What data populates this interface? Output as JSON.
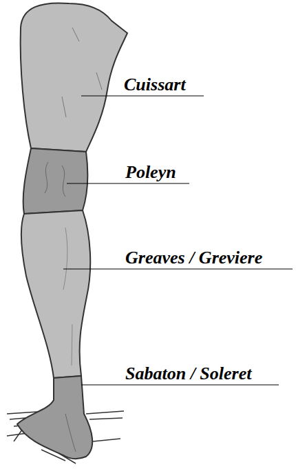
{
  "diagram": {
    "labels": [
      "Cuissart",
      "Poleyn",
      "Greaves / Greviere",
      "Sabaton / Soleret"
    ]
  }
}
